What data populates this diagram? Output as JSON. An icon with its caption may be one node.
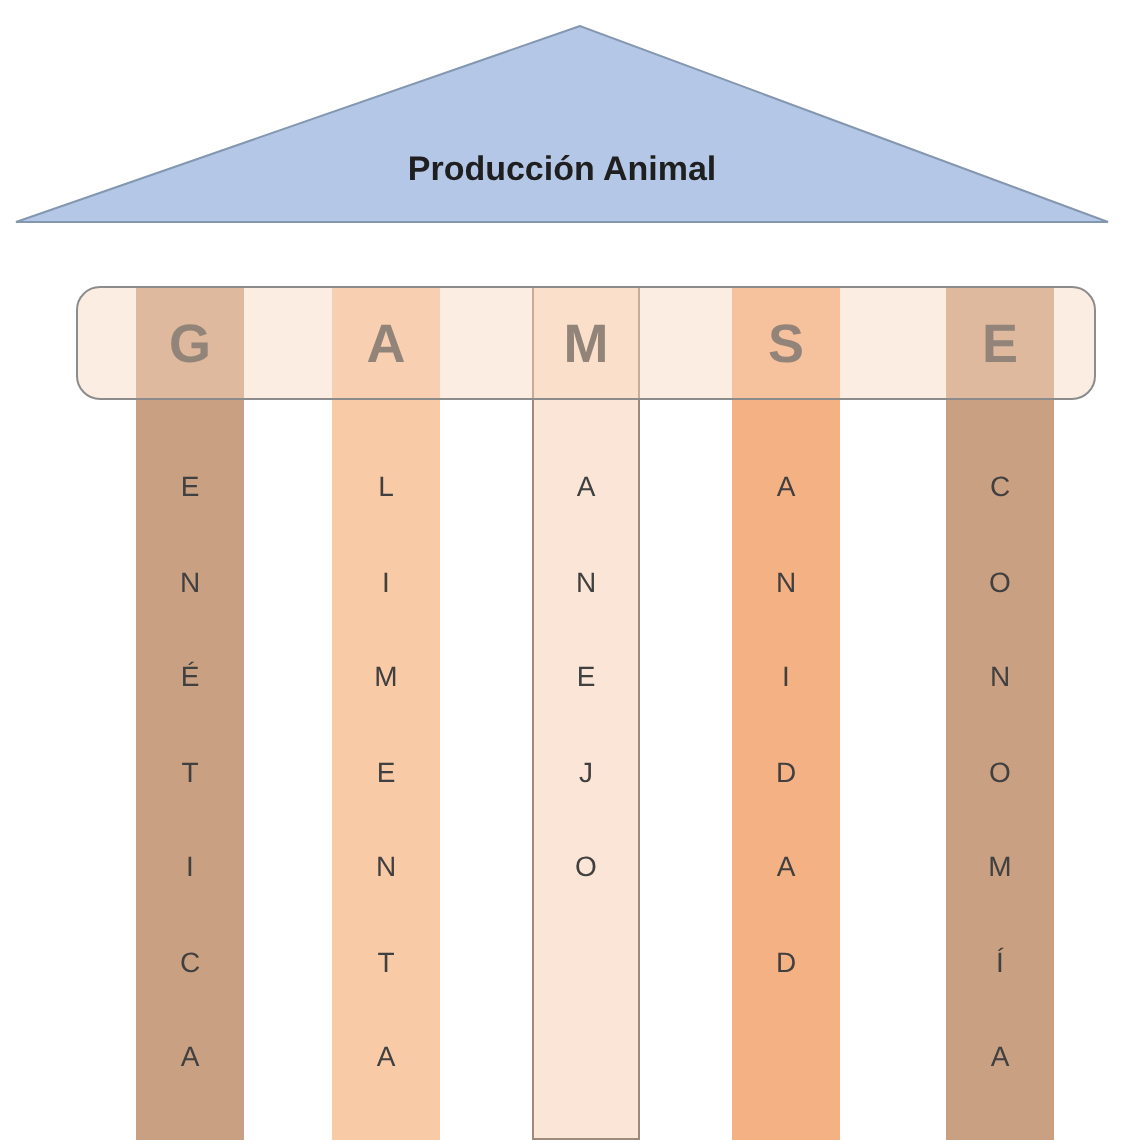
{
  "diagram": {
    "nodes": [
      {
        "text": [
          "Producción Animal"
        ]
      },
      {
        "text": [],
        "shape": "box"
      },
      {
        "text": [
          "G",
          "E N É T I C A"
        ]
      },
      {
        "text": [
          "A",
          "L I M E N T A"
        ]
      },
      {
        "text": [
          "M",
          "A N E J O"
        ]
      },
      {
        "text": [
          "S",
          "A N I D A D"
        ]
      },
      {
        "text": [
          "E",
          "C O N O M Í A"
        ]
      }
    ]
  }
}
